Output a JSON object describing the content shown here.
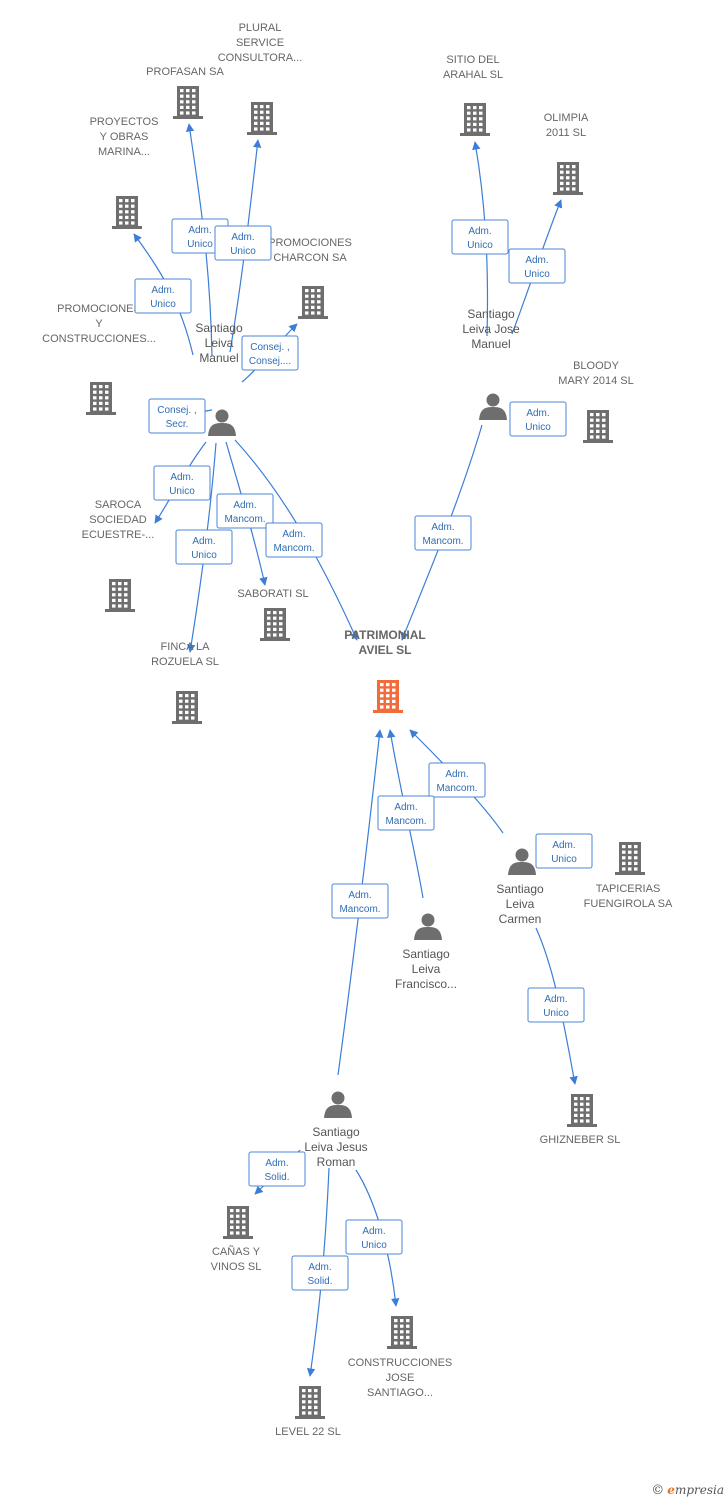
{
  "colors": {
    "edge": "#3b7dd8",
    "role_border": "#4a86d4",
    "role_text": "#2f6db5",
    "icon": "#6e6e6e",
    "icon_main": "#f26b3a",
    "label": "#666666"
  },
  "nodes": [
    {
      "id": "patrimonial",
      "kind": "company-main",
      "lines": [
        "PATRIMONIAL",
        "AVIEL  SL"
      ]
    },
    {
      "id": "profasan",
      "kind": "company",
      "lines": [
        "PROFASAN SA"
      ]
    },
    {
      "id": "plural",
      "kind": "company",
      "lines": [
        "PLURAL",
        "SERVICE",
        "CONSULTORA..."
      ]
    },
    {
      "id": "proyectos",
      "kind": "company",
      "lines": [
        "PROYECTOS",
        "Y OBRAS",
        "MARINA..."
      ]
    },
    {
      "id": "charcon",
      "kind": "company",
      "lines": [
        "PROMOCIONES",
        "CHARCON SA"
      ]
    },
    {
      "id": "promo-constr",
      "kind": "company",
      "lines": [
        "PROMOCIONES",
        "Y",
        "CONSTRUCCIONES..."
      ]
    },
    {
      "id": "sitio",
      "kind": "company",
      "lines": [
        "SITIO DEL",
        "ARAHAL  SL"
      ]
    },
    {
      "id": "olimpia",
      "kind": "company",
      "lines": [
        "OLIMPIA",
        "2011 SL"
      ]
    },
    {
      "id": "bloody",
      "kind": "company",
      "lines": [
        "BLOODY",
        "MARY 2014  SL"
      ]
    },
    {
      "id": "saroca",
      "kind": "company",
      "lines": [
        "SAROCA",
        "SOCIEDAD",
        "ECUESTRE-..."
      ]
    },
    {
      "id": "saborati",
      "kind": "company",
      "lines": [
        "SABORATI  SL"
      ]
    },
    {
      "id": "finca",
      "kind": "company",
      "lines": [
        "FINCA LA",
        "ROZUELA  SL"
      ]
    },
    {
      "id": "tapicerias",
      "kind": "company",
      "lines": [
        "TAPICERIAS",
        "FUENGIROLA SA"
      ]
    },
    {
      "id": "ghizneber",
      "kind": "company",
      "lines": [
        "GHIZNEBER SL"
      ]
    },
    {
      "id": "canas",
      "kind": "company",
      "lines": [
        "CAÑAS Y",
        "VINOS SL"
      ]
    },
    {
      "id": "construcciones-jose",
      "kind": "company",
      "lines": [
        "CONSTRUCCIONES",
        "JOSE",
        "SANTIAGO..."
      ]
    },
    {
      "id": "level22",
      "kind": "company",
      "lines": [
        "LEVEL 22 SL"
      ]
    },
    {
      "id": "p-manuel",
      "kind": "person",
      "lines": [
        "Santiago",
        "Leiva",
        "Manuel"
      ]
    },
    {
      "id": "p-jose-manuel",
      "kind": "person",
      "lines": [
        "Santiago",
        "Leiva Jose",
        "Manuel"
      ]
    },
    {
      "id": "p-francisco",
      "kind": "person",
      "lines": [
        "Santiago",
        "Leiva",
        "Francisco..."
      ]
    },
    {
      "id": "p-carmen",
      "kind": "person",
      "lines": [
        "Santiago",
        "Leiva",
        "Carmen"
      ]
    },
    {
      "id": "p-jesus",
      "kind": "person",
      "lines": [
        "Santiago",
        "Leiva Jesus",
        "Roman"
      ]
    }
  ],
  "edges": [
    {
      "id": "e1",
      "role": [
        "Adm.",
        "Unico"
      ]
    },
    {
      "id": "e2",
      "role": [
        "Adm.",
        "Unico"
      ]
    },
    {
      "id": "e3",
      "role": [
        "Adm.",
        "Unico"
      ]
    },
    {
      "id": "e4",
      "role": [
        "Consej. ,",
        "Consej...."
      ]
    },
    {
      "id": "e5",
      "role": [
        "Consej. ,",
        "Secr."
      ]
    },
    {
      "id": "e6",
      "role": [
        "Adm.",
        "Unico"
      ]
    },
    {
      "id": "e7",
      "role": [
        "Adm.",
        "Unico"
      ]
    },
    {
      "id": "e8",
      "role": [
        "Adm.",
        "Mancom."
      ]
    },
    {
      "id": "e9",
      "role": [
        "Adm.",
        "Mancom."
      ]
    },
    {
      "id": "e10",
      "role": [
        "Adm.",
        "Unico"
      ]
    },
    {
      "id": "e11",
      "role": [
        "Adm.",
        "Unico"
      ]
    },
    {
      "id": "e12",
      "role": [
        "Adm.",
        "Unico"
      ]
    },
    {
      "id": "e13",
      "role": [
        "Adm.",
        "Mancom."
      ]
    },
    {
      "id": "e14",
      "role": [
        "Adm.",
        "Mancom."
      ]
    },
    {
      "id": "e15",
      "role": [
        "Adm.",
        "Mancom."
      ]
    },
    {
      "id": "e16",
      "role": [
        "Adm.",
        "Unico"
      ]
    },
    {
      "id": "e17",
      "role": [
        "Adm.",
        "Unico"
      ]
    },
    {
      "id": "e18",
      "role": [
        "Adm.",
        "Mancom."
      ]
    },
    {
      "id": "e19",
      "role": [
        "Adm.",
        "Solid."
      ]
    },
    {
      "id": "e20",
      "role": [
        "Adm.",
        "Solid."
      ]
    },
    {
      "id": "e21",
      "role": [
        "Adm.",
        "Unico"
      ]
    }
  ],
  "brand": {
    "copyright": "©",
    "initial": "e",
    "rest": "mpresia"
  }
}
